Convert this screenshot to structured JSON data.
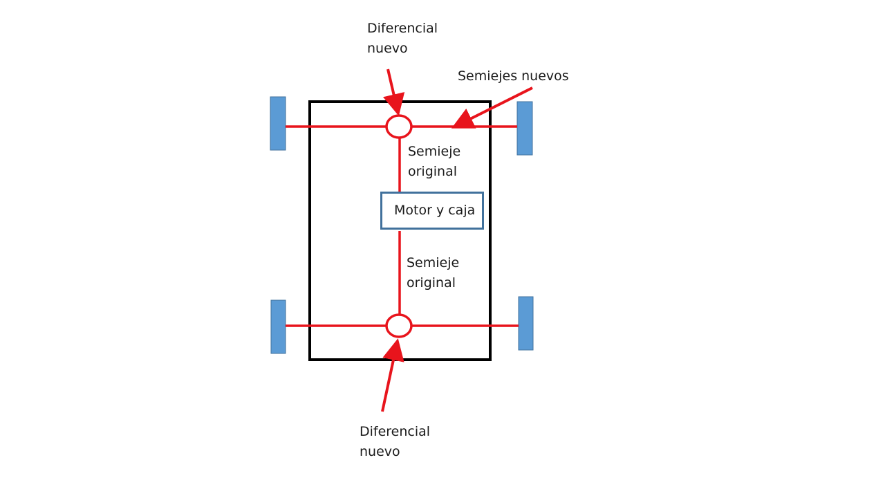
{
  "labels": {
    "front_differential": [
      "Diferencial",
      "nuevo"
    ],
    "new_half_shafts": "Semiejes nuevos",
    "front_original_shaft": [
      "Semieje",
      "original"
    ],
    "engine_gearbox": "Motor y caja",
    "rear_original_shaft": [
      "Semieje",
      "original"
    ],
    "rear_differential": [
      "Diferencial",
      "nuevo"
    ]
  },
  "colors": {
    "frame": "#000000",
    "shaft": "#e8141c",
    "wheel_fill": "#5b9bd5",
    "wheel_stroke": "#41719c",
    "engine_box_border": "#41719c",
    "text": "#1a1a1a"
  },
  "icons": {
    "differential": "circle",
    "wheel": "rectangle",
    "pointer": "arrow"
  }
}
